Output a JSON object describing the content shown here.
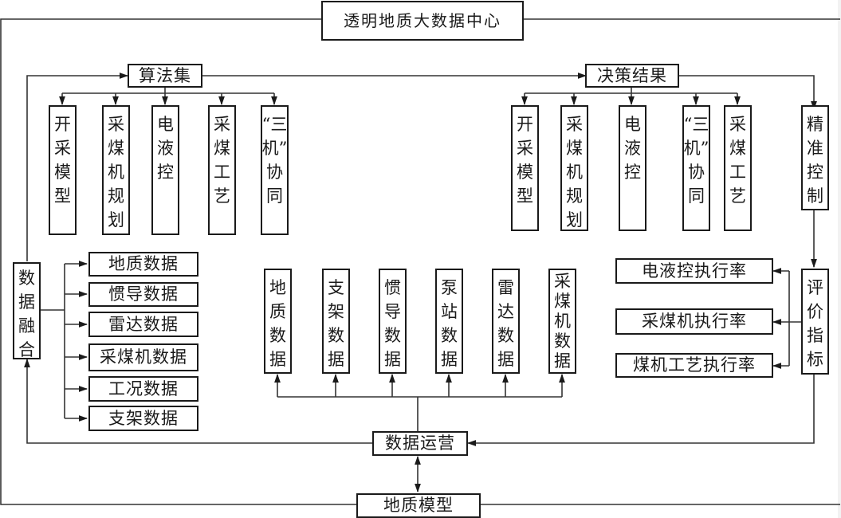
{
  "title": "透明地质大数据中心",
  "algorithm_set": {
    "label": "算法集",
    "items": [
      "开采模型",
      "采煤机规划",
      "电液控",
      "采煤工艺",
      "“三机”协同"
    ]
  },
  "decision_results": {
    "label": "决策结果",
    "items": [
      "开采模型",
      "采煤机规划",
      "电液控",
      "“三机”协同",
      "采煤工艺"
    ]
  },
  "precise_control": "精准控制",
  "data_fusion": {
    "label": "数据融合",
    "items": [
      "地质数据",
      "惯导数据",
      "雷达数据",
      "采煤机数据",
      "工况数据",
      "支架数据"
    ]
  },
  "data_operation": {
    "label": "数据运营",
    "items": [
      "地质数据",
      "支架数据",
      "惯导数据",
      "泵站数据",
      "雷达数据",
      "采煤机数据"
    ]
  },
  "evaluation": {
    "label": "评价指标",
    "items": [
      "电液控执行率",
      "采煤机执行率",
      "煤机工艺执行率"
    ]
  },
  "geological_model": "地质模型"
}
